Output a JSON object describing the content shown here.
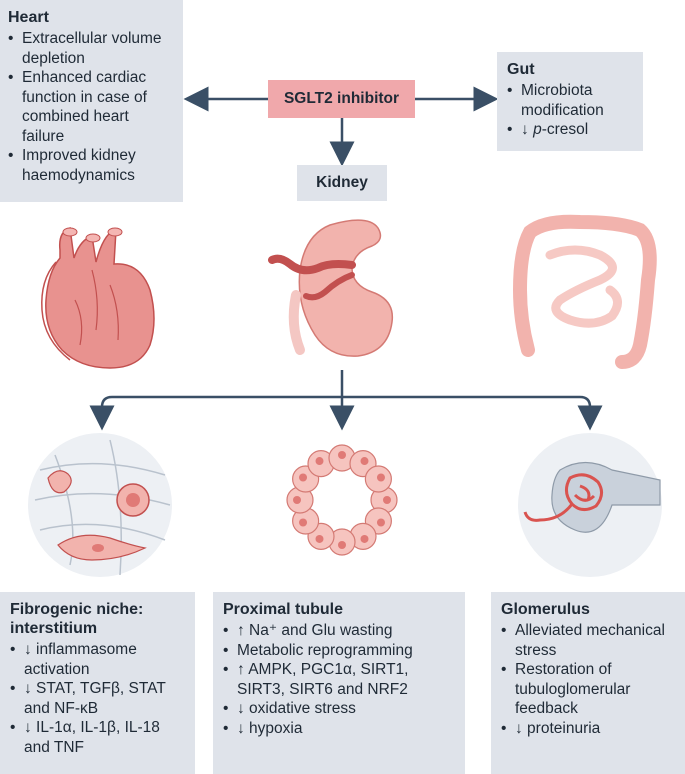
{
  "heart": {
    "title": "Heart",
    "items": [
      "Extracellular volume depletion",
      "Enhanced cardiac function in case of combined heart failure",
      "Improved kidney haemodynamics"
    ]
  },
  "gut": {
    "title": "Gut",
    "items": [
      "Microbiota modification",
      "↓ p-cresol"
    ]
  },
  "center": {
    "label": "SGLT2 inhibitor"
  },
  "kidney": {
    "label": "Kidney"
  },
  "fibro": {
    "title": "Fibrogenic niche: interstitium",
    "items": [
      "↓ inflammasome activation",
      "↓ STAT, TGFβ, STAT and NF-κB",
      "↓ IL-1α, IL-1β, IL-18 and TNF"
    ]
  },
  "proximal": {
    "title": "Proximal tubule",
    "items": [
      "↑ Na⁺ and Glu wasting",
      "Metabolic reprogramming",
      "↑ AMPK, PGC1α, SIRT1, SIRT3, SIRT6 and NRF2",
      "↓ oxidative stress",
      "↓ hypoxia"
    ]
  },
  "glomerulus": {
    "title": "Glomerulus",
    "items": [
      "Alleviated mechanical stress",
      "Restoration of tubuloglomerular feedback",
      "↓ proteinuria"
    ]
  },
  "colors": {
    "box": "#dfe3ea",
    "sglt": "#f0a8ab",
    "arrow": "#3a4f66",
    "organ": "#f2b3ad"
  }
}
